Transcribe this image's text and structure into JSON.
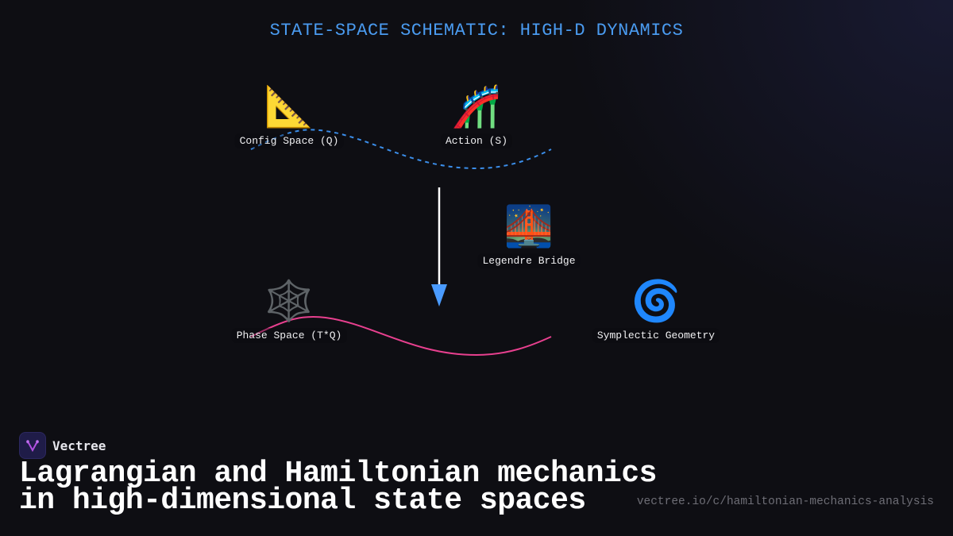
{
  "diagram": {
    "title": "STATE-SPACE SCHEMATIC: HIGH-D DYNAMICS",
    "nodes": [
      {
        "id": "config-space",
        "label": "Config Space (Q)",
        "icon": "triangular-ruler-icon",
        "glyph": "📐"
      },
      {
        "id": "action",
        "label": "Action (S)",
        "icon": "roller-coaster-icon",
        "glyph": "🎢"
      },
      {
        "id": "legendre-bridge",
        "label": "Legendre Bridge",
        "icon": "bridge-at-night-icon",
        "glyph": "🌉"
      },
      {
        "id": "phase-space",
        "label": "Phase Space (T*Q)",
        "icon": "spider-web-icon",
        "glyph": "🕸️"
      },
      {
        "id": "symplectic-geometry",
        "label": "Symplectic Geometry",
        "icon": "cyclone-icon",
        "glyph": "🌀"
      }
    ],
    "edges": [
      {
        "from": "config-space",
        "to": "action",
        "style": "dashed-wave",
        "color": "#3b8eea"
      },
      {
        "from": "phase-space",
        "to": "symplectic-geometry",
        "style": "solid-wave",
        "color": "#e8408f"
      },
      {
        "from": "action-row",
        "to": "phase-space-row",
        "style": "arrow-down",
        "color": "#ffffff",
        "head_color": "#4a9bff"
      }
    ]
  },
  "brand": {
    "name": "Vectree",
    "logo_icon": "vectree-logo-icon"
  },
  "headline": {
    "line1": "Lagrangian and Hamiltonian mechanics",
    "line2": "in high-dimensional state spaces"
  },
  "url": "vectree.io/c/hamiltonian-mechanics-analysis",
  "colors": {
    "title": "#4a9bf0",
    "background": "#0e0e13",
    "dashed_wave": "#3b8eea",
    "solid_wave": "#e8408f",
    "arrow_head": "#4a9bff"
  }
}
